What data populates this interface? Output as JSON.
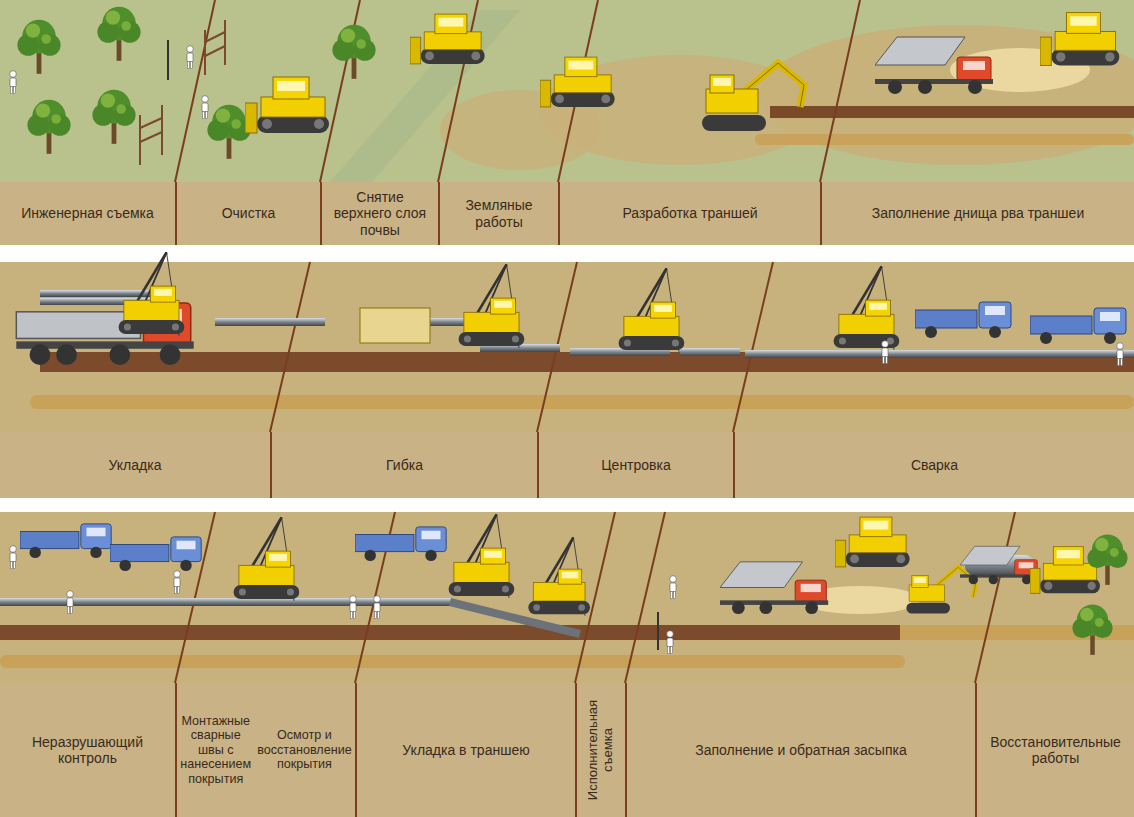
{
  "diagram": {
    "nodes": [
      {
        "text": [
          "Инженерная съемка"
        ]
      },
      {
        "text": [
          "Очистка"
        ]
      },
      {
        "text": [
          "Снятие верхнего слоя почвы"
        ]
      },
      {
        "text": [
          "Земляные работы"
        ]
      },
      {
        "text": [
          "Разработка траншей"
        ]
      },
      {
        "text": [
          "Заполнение днища рва траншеи"
        ]
      },
      {
        "text": [
          "Укладка"
        ]
      },
      {
        "text": [
          "Гибка"
        ]
      },
      {
        "text": [
          "Центровка"
        ]
      },
      {
        "text": [
          "Сварка"
        ]
      },
      {
        "text": [
          "Неразрушающий контроль"
        ]
      },
      {
        "text": [
          "Монтажные сварные швы с нанесением покрытия",
          "Осмотр и восстановление покрытия"
        ]
      },
      {
        "text": [
          "Укладка в траншею"
        ]
      },
      {
        "text": [
          "Исполнительная съемка"
        ]
      },
      {
        "text": [
          "Заполнение и обратная засыпка"
        ]
      },
      {
        "text": [
          "Восстановительные работы"
        ]
      }
    ]
  }
}
